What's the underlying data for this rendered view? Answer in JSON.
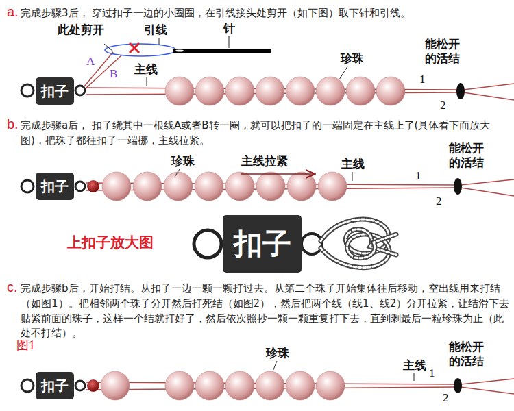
{
  "diagram": {
    "nodes": [
      {
        "text": [
          "扣子"
        ]
      },
      {
        "text": [
          "扣子"
        ]
      },
      {
        "text": [
          "扣子"
        ]
      },
      {
        "text": [
          "扣子"
        ]
      }
    ],
    "labels": [
      "a.",
      "完成步骤3后， 穿过扣子一边的小圈圈，在引线接头处剪开（如下图）取下针和引线。",
      "此处剪开",
      "引线",
      "针",
      "A",
      "B",
      "主线",
      "珍珠",
      "能松开的活结",
      "1",
      "2",
      "b.",
      "完成步骤a后， 扣子绕其中一根线A或者B转一圈，就可以把扣子的一端固定在主线上了(具体看下面放大图)，把珠子都往扣子一端挪，主线拉紧。",
      "珍珠",
      "主线拉紧",
      "主线",
      "能松开的活结",
      "1",
      "2",
      "上扣子放大图",
      "c.",
      "完成步骤b后，开始打结。从扣子一边一颗一颗打过去。从第二个珠子开始集体往后移动，空出线用来打结（如图1）。把相邻两个珠子分开然后打死结（如图2），然后把两个线（线1、线2）分开拉紧，让结滑下去贴紧前面的珠子，这样一个结就打好了，然后依次照抄一颗一颗重复打下去，直到剩最后一粒珍珠为止（此处不打结）。",
      "图1",
      "珍珠",
      "主线",
      "能松开的活结",
      "1",
      "2"
    ]
  }
}
